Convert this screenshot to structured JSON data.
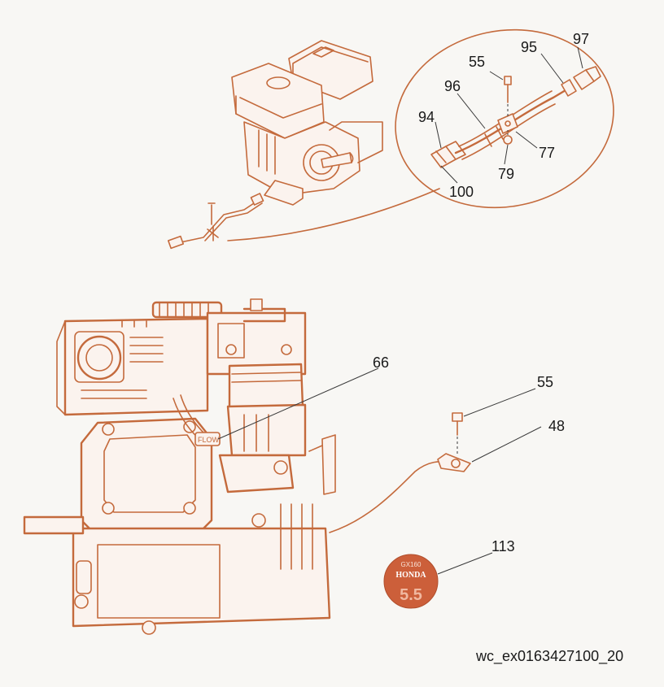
{
  "callouts": {
    "c55_top": "55",
    "c95": "95",
    "c97": "97",
    "c96": "96",
    "c94": "94",
    "c77": "77",
    "c79": "79",
    "c100": "100",
    "c66": "66",
    "c55_bottom": "55",
    "c48": "48",
    "c113": "113"
  },
  "decal": {
    "model": "GX160",
    "brand": "HONDA",
    "hp": "5.5"
  },
  "tank_label": "FLOW",
  "reference_code": "wc_ex0163427100_20",
  "colors": {
    "line_art": "#c46a3c",
    "decal_fill": "#cc5f3a",
    "text": "#1a1a1a",
    "background": "#f8f7f4"
  }
}
